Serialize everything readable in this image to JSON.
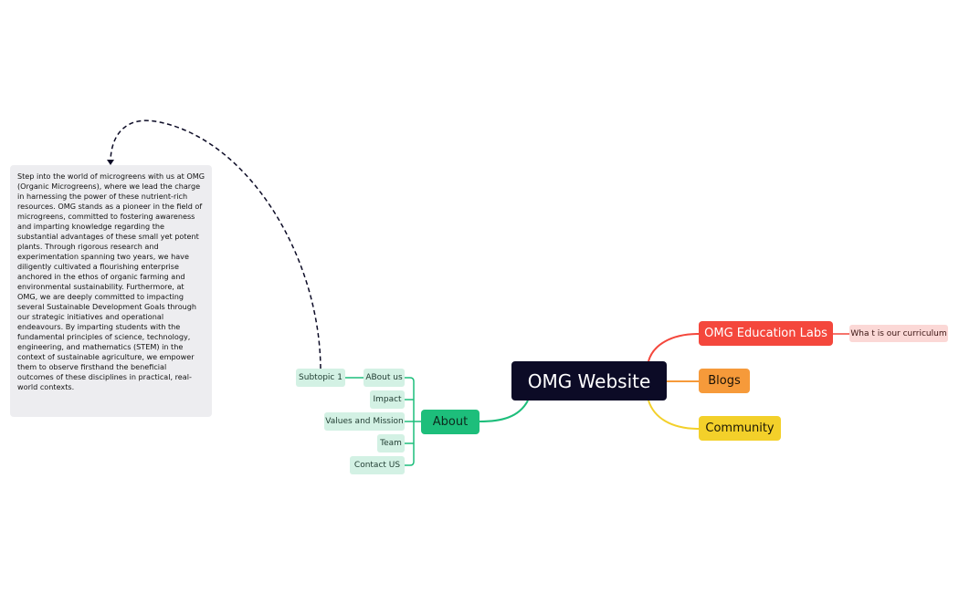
{
  "mindmap": {
    "central": {
      "label": "OMG Website",
      "color": "#0c0b26"
    },
    "branches": {
      "about": {
        "label": "About",
        "color": "#1dbe7b",
        "children": {
          "about_us": {
            "label": "ABout us",
            "children": {
              "topic1": {
                "label": "Subtopic 1"
              }
            }
          },
          "impact": {
            "label": "Impact"
          },
          "values": {
            "label": "Values and Mission"
          },
          "team": {
            "label": "Team"
          },
          "contact": {
            "label": "Contact  US"
          }
        }
      },
      "education_labs": {
        "label": "OMG Education Labs",
        "color": "#f4473c",
        "children": {
          "curriculum": {
            "label": "Wha t is our curriculum"
          }
        }
      },
      "blogs": {
        "label": "Blogs",
        "color": "#f69a3a"
      },
      "community": {
        "label": "Community",
        "color": "#f3d02a"
      }
    },
    "note": {
      "text": "Step into the world of microgreens with us at OMG (Organic Microgreens), where we lead the charge in harnessing the power of these nutrient-rich resources. OMG stands as a pioneer in the field of microgreens, committed to fostering awareness and imparting knowledge regarding the substantial advantages of these small yet potent plants. Through rigorous research and experimentation spanning two years, we have diligently cultivated a flourishing enterprise anchored in the ethos of organic farming and environmental sustainability. Furthermore, at OMG, we are deeply committed to impacting several Sustainable Development Goals through our strategic initiatives and operational endeavours. By imparting students with the fundamental principles of science, technology, engineering, and mathematics (STEM) in the context of sustainable agriculture, we empower them to observe firsthand the beneficial outcomes of these disciplines in practical, real-world contexts."
    }
  }
}
